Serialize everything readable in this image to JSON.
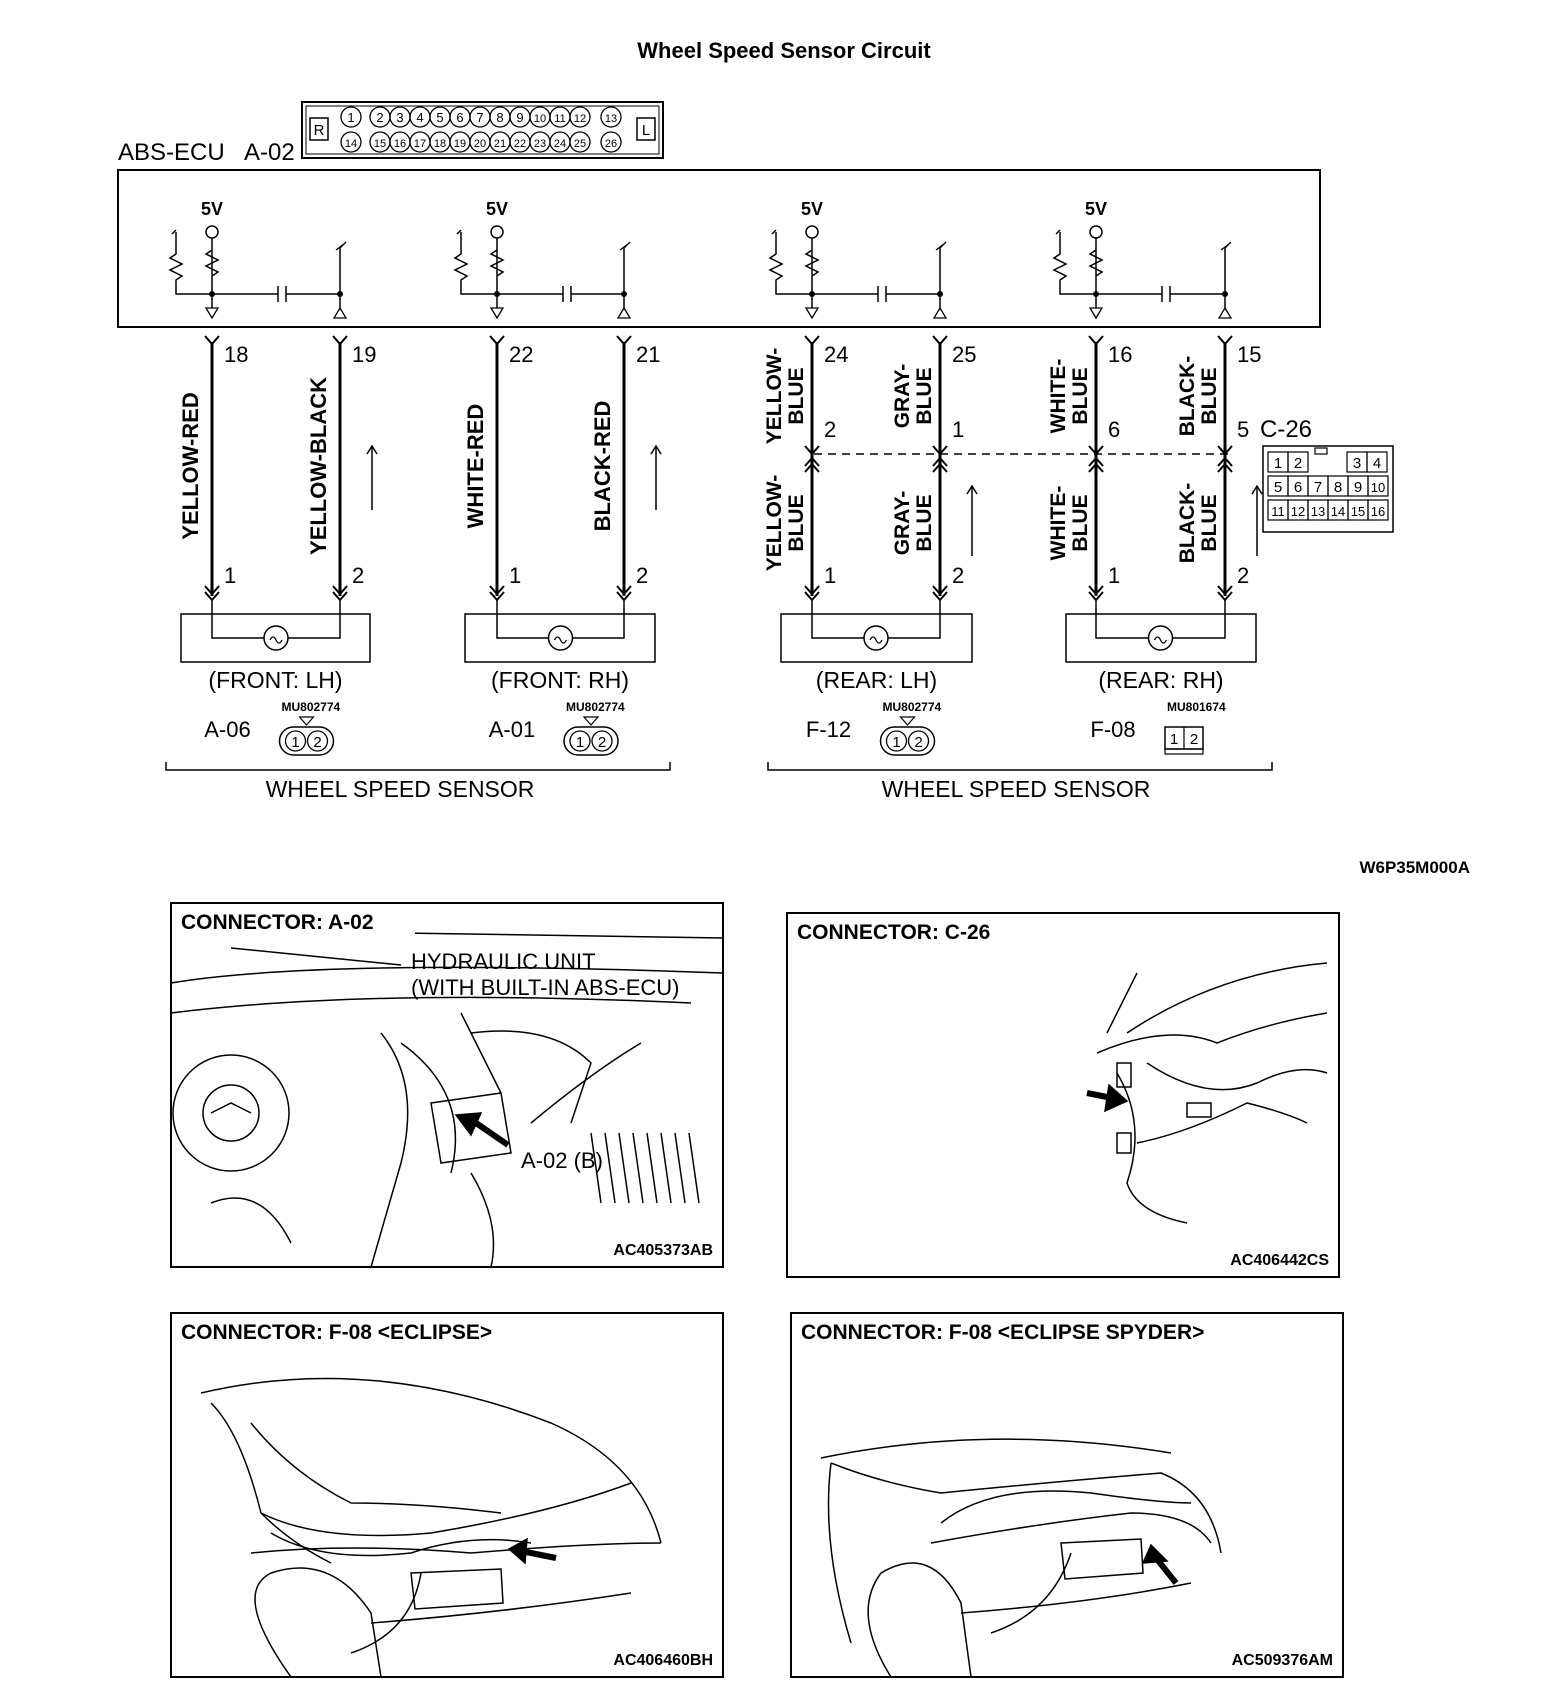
{
  "title": "Wheel Speed Sensor Circuit",
  "ecu": {
    "label": "ABS-ECU",
    "connector": "A-02",
    "connector_pins_row1": [
      "1",
      "2",
      "3",
      "4",
      "5",
      "6",
      "7",
      "8",
      "9",
      "10",
      "11",
      "12",
      "13"
    ],
    "connector_pins_row2": [
      "14",
      "15",
      "16",
      "17",
      "18",
      "19",
      "20",
      "21",
      "22",
      "23",
      "24",
      "25",
      "26"
    ],
    "side_left": "R",
    "side_right": "L",
    "supply_label": "5V"
  },
  "channels": [
    {
      "pin_a": "18",
      "pin_b": "19",
      "wire_a": "YELLOW-RED",
      "wire_b": "YELLOW-BLACK",
      "sensor_pin_a": "1",
      "sensor_pin_b": "2",
      "location": "(FRONT: LH)",
      "connector": "A-06",
      "part": "MU802774"
    },
    {
      "pin_a": "22",
      "pin_b": "21",
      "wire_a": "WHITE-RED",
      "wire_b": "BLACK-RED",
      "sensor_pin_a": "1",
      "sensor_pin_b": "2",
      "location": "(FRONT: RH)",
      "connector": "A-01",
      "part": "MU802774"
    },
    {
      "pin_a": "24",
      "pin_b": "25",
      "wire_a_top": [
        "YELLOW-",
        "BLUE"
      ],
      "wire_b_top": [
        "GRAY-",
        "BLUE"
      ],
      "wire_a": [
        "YELLOW-",
        "BLUE"
      ],
      "wire_b": [
        "GRAY-",
        "BLUE"
      ],
      "mid_pin_a": "2",
      "mid_pin_b": "1",
      "sensor_pin_a": "1",
      "sensor_pin_b": "2",
      "location": "(REAR: LH)",
      "connector": "F-12",
      "part": "MU802774"
    },
    {
      "pin_a": "16",
      "pin_b": "15",
      "wire_a_top": [
        "WHITE-",
        "BLUE"
      ],
      "wire_b_top": [
        "BLACK-",
        "BLUE"
      ],
      "wire_a": [
        "WHITE-",
        "BLUE"
      ],
      "wire_b": [
        "BLACK-",
        "BLUE"
      ],
      "mid_pin_a": "6",
      "mid_pin_b": "5",
      "sensor_pin_a": "1",
      "sensor_pin_b": "2",
      "location": "(REAR: RH)",
      "connector": "F-08",
      "part": "MU801674"
    }
  ],
  "intermediate_connector": {
    "label": "C-26",
    "row1": [
      "1",
      "2",
      "",
      "3",
      "4"
    ],
    "row2": [
      "5",
      "6",
      "7",
      "8",
      "9",
      "10"
    ],
    "row3": [
      "11",
      "12",
      "13",
      "14",
      "15",
      "16"
    ]
  },
  "sensor_group_label": "WHEEL SPEED SENSOR",
  "diagram_code": "W6P35M000A",
  "panels": [
    {
      "title": "CONNECTOR: A-02",
      "callout1": "HYDRAULIC UNIT",
      "callout2": "(WITH BUILT-IN ABS-ECU)",
      "pointer": "A-02 (B)",
      "code": "AC405373AB"
    },
    {
      "title": "CONNECTOR: C-26",
      "code": "AC406442CS"
    },
    {
      "title": "CONNECTOR: F-08 <ECLIPSE>",
      "code": "AC406460BH"
    },
    {
      "title": "CONNECTOR: F-08 <ECLIPSE SPYDER>",
      "code": "AC509376AM"
    }
  ]
}
